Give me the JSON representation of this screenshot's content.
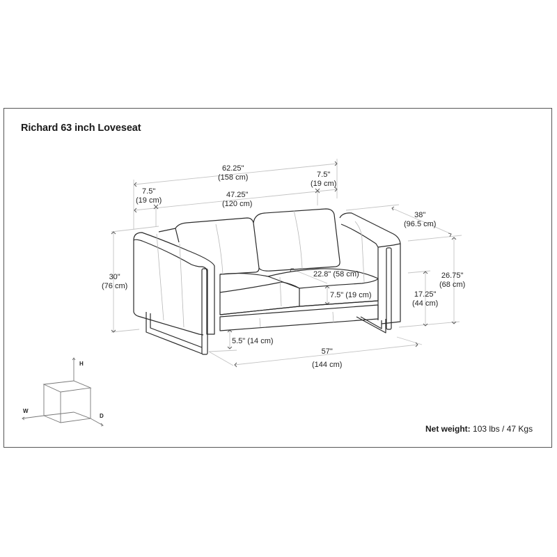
{
  "title": "Richard 63 inch Loveseat",
  "dimensions": {
    "overall_width": {
      "imperial": "62.25\"",
      "metric": "(158 cm)"
    },
    "left_arm_width": {
      "imperial": "7.5\"",
      "metric": "(19 cm)"
    },
    "right_arm_width": {
      "imperial": "7.5\"",
      "metric": "(19 cm)"
    },
    "inner_width": {
      "imperial": "47.25\"",
      "metric": "(120 cm)"
    },
    "overall_depth": {
      "imperial": "38\"",
      "metric": "(96.5 cm)"
    },
    "overall_height": {
      "imperial": "30\"",
      "metric": "(76 cm)"
    },
    "arm_height": {
      "imperial": "26.75\"",
      "metric": "(68 cm)"
    },
    "seat_height": {
      "imperial": "17.25\"",
      "metric": "(44 cm)"
    },
    "seat_depth": {
      "label": "22.8\" (58 cm)"
    },
    "cushion_thickness": {
      "label": "7.5\" (19 cm)"
    },
    "ground_clearance": {
      "label": "5.5\" (14 cm)"
    },
    "base_width": {
      "imperial": "57\"",
      "metric": "(144 cm)"
    }
  },
  "axes_legend": {
    "height": "H",
    "width": "W",
    "depth": "D"
  },
  "net_weight": {
    "label": "Net weight:",
    "value": "103 lbs / 47 Kgs"
  },
  "colors": {
    "line": "#2a2a2a",
    "dimension_line": "#bdbdbd",
    "frame_border": "#555555"
  }
}
